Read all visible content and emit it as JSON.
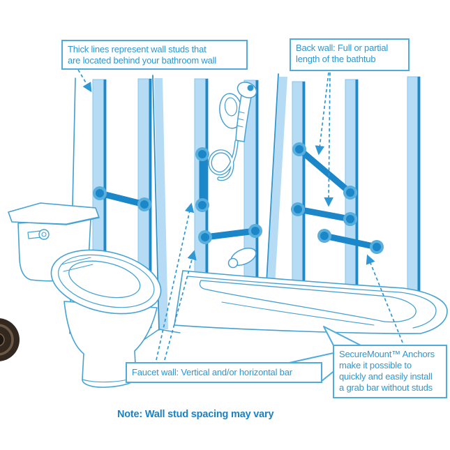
{
  "callouts": {
    "studs": {
      "lines": [
        "Thick lines represent wall studs that",
        "are located behind your bathroom wall"
      ]
    },
    "back_wall": {
      "lines": [
        "Back wall: Full or partial",
        "length of the bathtub"
      ]
    },
    "faucet_wall": {
      "lines": [
        "Faucet wall: Vertical and/or horizontal bar"
      ]
    },
    "securemount": {
      "lines": [
        "SecureMount™ Anchors",
        "make it possible to",
        "quickly and easily install",
        "a grab bar without studs"
      ]
    }
  },
  "note": {
    "text": "Note: Wall stud spacing may vary"
  },
  "icons": {
    "toilet": "toilet-illustration",
    "bathtub": "bathtub-illustration",
    "showerhead": "showerhead-icon",
    "tub_spout": "tub-spout-icon",
    "wall_stud": "wall-stud",
    "grab_bar": "grab-bar",
    "anchor_flange": "securemount-anchor-flange",
    "pointer_arrow": "dashed-pointer-arrow",
    "product_photo": "bronze-anchor-photo"
  },
  "colors": {
    "accent_text": "#2d96d2",
    "box_border": "#4fabdc",
    "note_text": "#1a82c4",
    "stud_fill": "#b5dcf4",
    "stud_edge": "#1e88c9",
    "grab_bar": "#1b87c8",
    "line_art": "#45a0d2",
    "photo_dark": "#33281f"
  }
}
